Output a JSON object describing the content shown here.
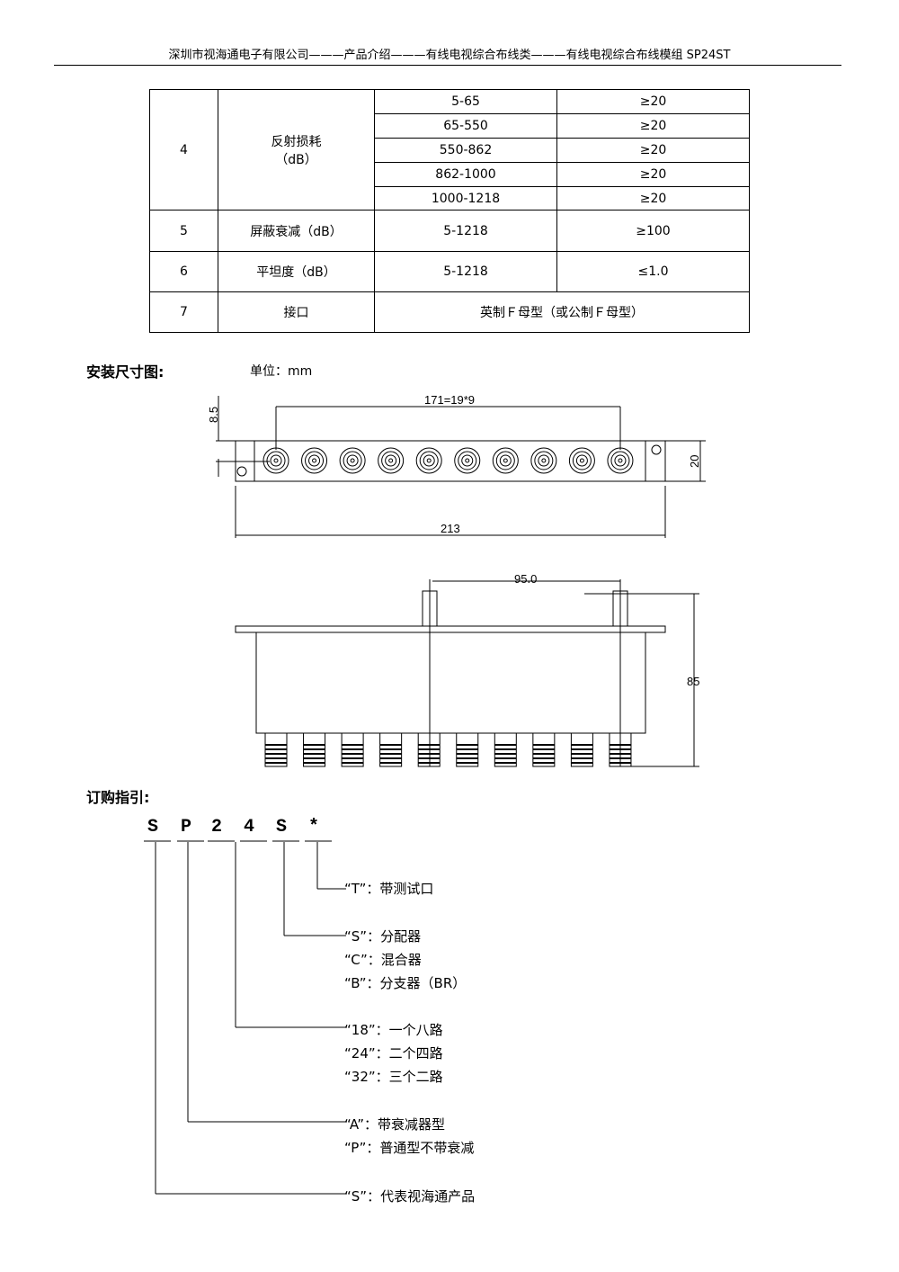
{
  "header": "深圳市视海通电子有限公司———产品介绍———有线电视综合布线类———有线电视综合布线模组 SP24ST",
  "table": {
    "row4": {
      "no": "4",
      "name": "反射损耗",
      "unit": "（dB）",
      "ranges": [
        "5-65",
        "65-550",
        "550-862",
        "862-1000",
        "1000-1218"
      ],
      "values": [
        "≥20",
        "≥20",
        "≥20",
        "≥20",
        "≥20"
      ]
    },
    "row5": {
      "no": "5",
      "name": "屏蔽衰减（dB）",
      "range": "5-1218",
      "value": "≥100"
    },
    "row6": {
      "no": "6",
      "name": "平坦度（dB）",
      "range": "5-1218",
      "value": "≤1.0"
    },
    "row7": {
      "no": "7",
      "name": "接口",
      "value": "英制Ｆ母型（或公制Ｆ母型）"
    }
  },
  "dimensions": {
    "title": "安装尺寸图:",
    "unit": "单位：mm",
    "d_pitch": "171=19*9",
    "d_85a": "8.5",
    "d_20": "20",
    "d_213": "213",
    "d_95": "95.0",
    "d_85": "85"
  },
  "ordering": {
    "title": "订购指引:",
    "code": [
      "S",
      "P",
      "2",
      "4",
      "S",
      "*"
    ],
    "t": [
      "“T”：带测试口"
    ],
    "s": [
      "“S”：分配器",
      "“C”：混合器",
      "“B”：分支器（BR）"
    ],
    "n": [
      "“18”：一个八路",
      "“24”：二个四路",
      "“32”：三个二路"
    ],
    "p": [
      "“A”：带衰减器型",
      "“P”：普通型不带衰减"
    ],
    "brand": [
      "“S”：代表视海通产品"
    ]
  }
}
